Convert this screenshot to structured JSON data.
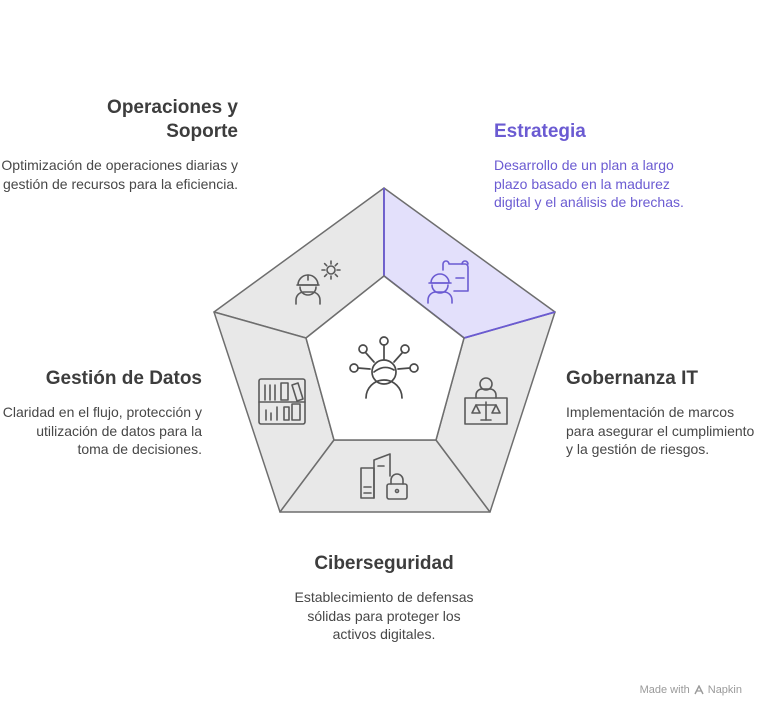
{
  "segments": {
    "operaciones": {
      "title": "Operaciones y Soporte",
      "title_lines": [
        "Operaciones y",
        "Soporte"
      ],
      "description": "Optimización de operaciones diarias y gestión de recursos para la eficiencia.",
      "icon": "engineer-gear-icon",
      "fill": "#e8e8e8"
    },
    "estrategia": {
      "title": "Estrategia",
      "description": "Desarrollo de un plan a largo plazo basado en la madurez digital y el análisis de brechas.",
      "icon": "engineer-blueprint-icon",
      "fill": "#e3e0fb",
      "accent": "#6b5bd2",
      "highlighted": true
    },
    "gobernanza": {
      "title": "Gobernanza IT",
      "description": "Implementación de marcos para asegurar el cumplimiento y la gestión de riesgos.",
      "icon": "person-scales-icon",
      "fill": "#e8e8e8"
    },
    "ciberseguridad": {
      "title": "Ciberseguridad",
      "description": "Establecimiento de defensas sólidas para proteger los activos digitales.",
      "icon": "buildings-lock-icon",
      "fill": "#e8e8e8"
    },
    "datos": {
      "title": "Gestión de Datos",
      "description": "Claridad en el flujo, protección y utilización de datos para la toma de decisiones.",
      "icon": "bookshelf-chart-icon",
      "fill": "#e8e8e8"
    }
  },
  "center": {
    "icon": "person-network-icon",
    "fill": "#ffffff"
  },
  "footer": {
    "made_with": "Made with",
    "brand": "Napkin"
  }
}
